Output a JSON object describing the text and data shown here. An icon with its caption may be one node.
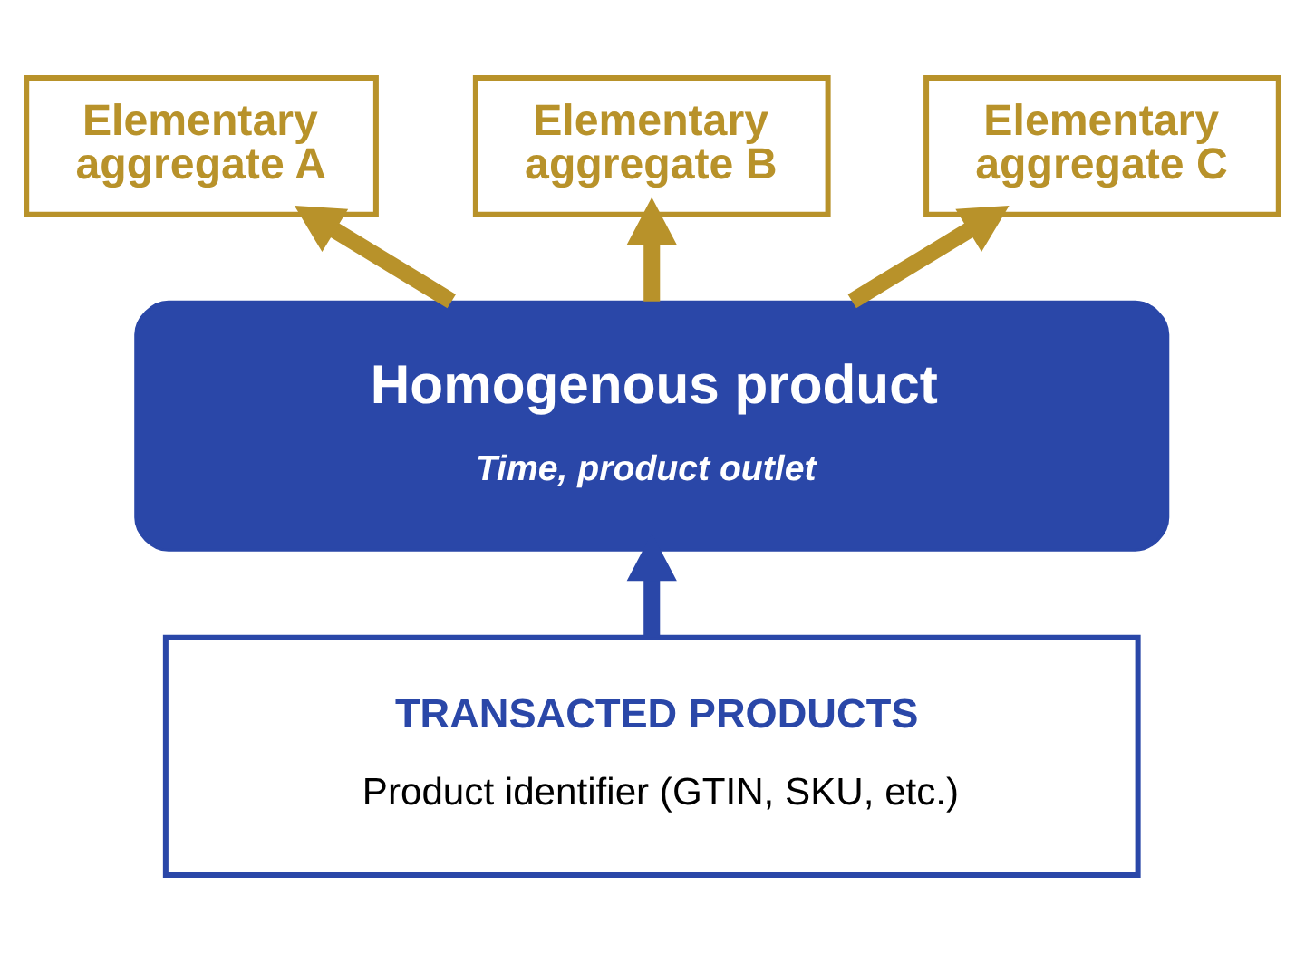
{
  "diagram": {
    "nodes": [
      {
        "text": [
          "Elementary aggregate A"
        ]
      },
      {
        "text": [
          "Elementary aggregate B"
        ]
      },
      {
        "text": [
          "Elementary aggregate C"
        ]
      },
      {
        "text": [
          "Homogenous product",
          "Time, product outlet"
        ]
      },
      {
        "text": [
          "TRANSACTED PRODUCTS",
          "Product identifier (GTIN, SKU, etc.)"
        ]
      }
    ],
    "edges": [
      {
        "from": 3,
        "to": 0,
        "arrow": "to"
      },
      {
        "from": 3,
        "to": 1,
        "arrow": "to"
      },
      {
        "from": 3,
        "to": 2,
        "arrow": "to"
      },
      {
        "from": 4,
        "to": 3,
        "arrow": "to",
        "color": "#2a47a8"
      }
    ]
  }
}
